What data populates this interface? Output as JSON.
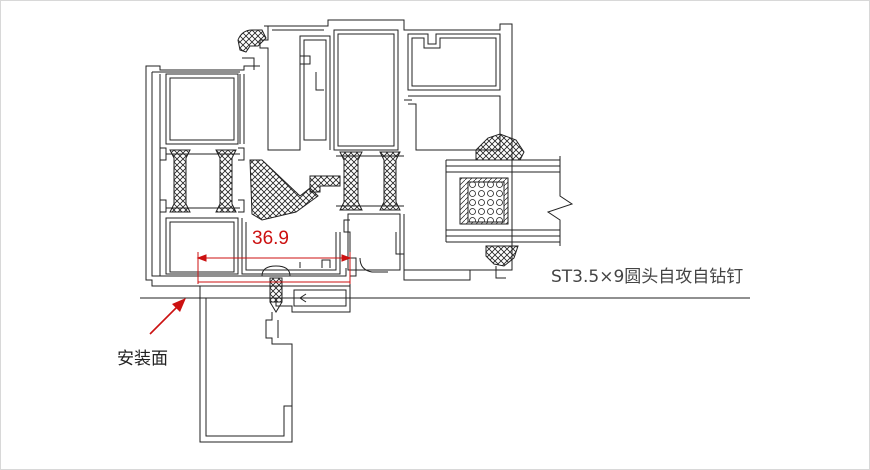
{
  "dimension": {
    "value": "36.9",
    "color": "#cc1111"
  },
  "labels": {
    "screw": "ST3.5×9圆头自攻自钻钉",
    "mounting_surface": "安装面"
  },
  "colors": {
    "line": "#222222",
    "frame_border": "#d8d8d8",
    "arrow": "#cc1111"
  }
}
